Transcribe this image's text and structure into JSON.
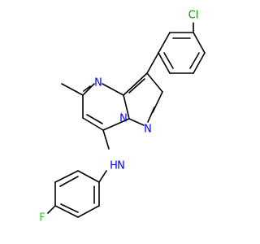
{
  "molecule": {
    "atoms": {
      "cl": {
        "text": "Cl",
        "color": "#00a000"
      },
      "n_pyrimidine": {
        "text": "N",
        "color": "#0000ff"
      },
      "n_bridge": {
        "text": "N",
        "color": "#0000ff"
      },
      "n_pyrazole": {
        "text": "N",
        "color": "#0000ff"
      },
      "nh": {
        "text": "N",
        "color": "#0000ff"
      },
      "h": {
        "text": "H",
        "color": "#0000ff"
      },
      "f": {
        "text": "F",
        "color": "#33cc33"
      }
    },
    "bond_color": "#000000"
  }
}
